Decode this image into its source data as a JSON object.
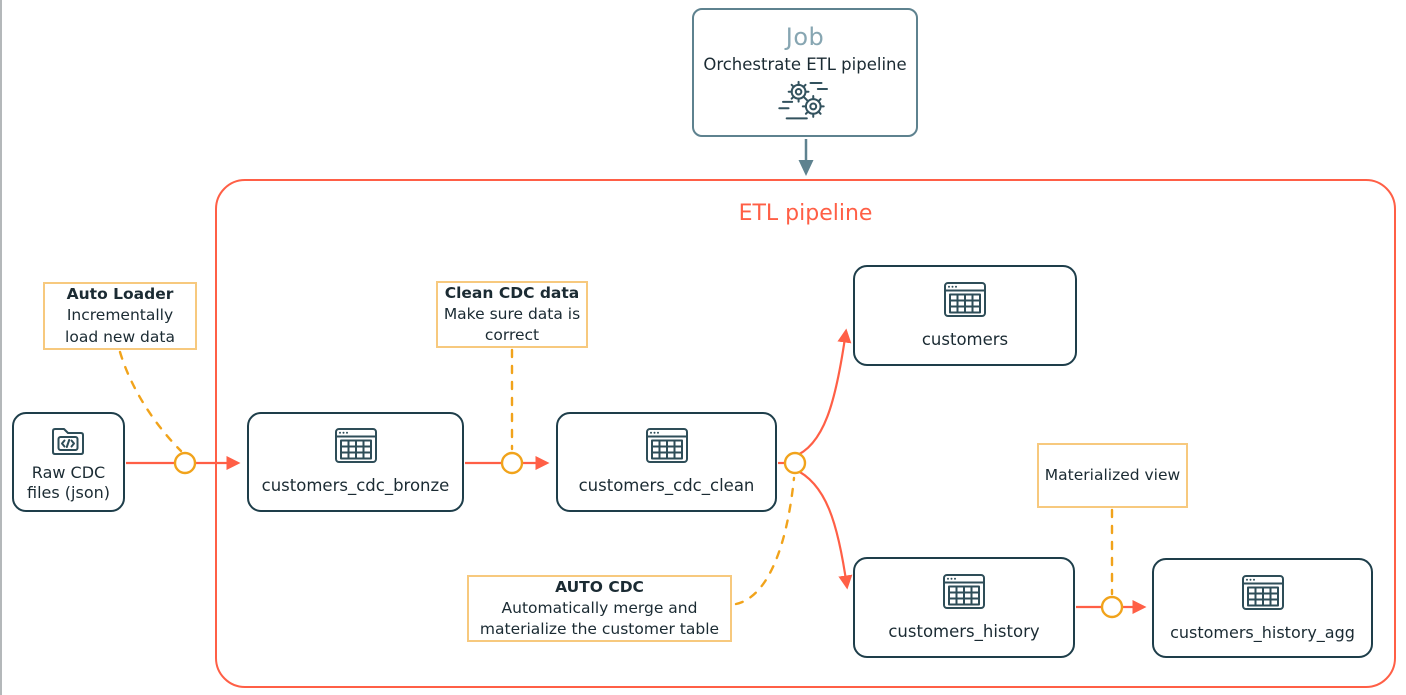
{
  "colors": {
    "accent_red": "#FF5F46",
    "accent_amber": "#F1A31B",
    "amber_border_light": "#F7C97E",
    "node_border_teal": "#1E3E4A",
    "job_border_steel": "#5E828F",
    "job_title_blue": "#87A6B2",
    "text_dark": "#1B2B33"
  },
  "job": {
    "title": "Job",
    "subtitle": "Orchestrate ETL pipeline",
    "icon": "gears-icon"
  },
  "pipeline": {
    "title": "ETL pipeline"
  },
  "nodes": [
    {
      "id": "raw",
      "label": "Raw CDC files (json)",
      "icon": "folder-code-icon"
    },
    {
      "id": "bronze",
      "label": "customers_cdc_bronze",
      "icon": "table-icon"
    },
    {
      "id": "clean",
      "label": "customers_cdc_clean",
      "icon": "table-icon"
    },
    {
      "id": "customers",
      "label": "customers",
      "icon": "table-icon"
    },
    {
      "id": "history",
      "label": "customers_history",
      "icon": "table-icon"
    },
    {
      "id": "history_agg",
      "label": "customers_history_agg",
      "icon": "table-icon"
    }
  ],
  "annotations": [
    {
      "id": "auto_loader",
      "title": "Auto Loader",
      "body": "Incrementally load new data"
    },
    {
      "id": "clean_cdc",
      "title": "Clean CDC data",
      "body": "Make sure data is correct"
    },
    {
      "id": "auto_cdc",
      "title": "AUTO CDC",
      "body": "Automatically merge and materialize the customer table"
    },
    {
      "id": "materialized_view",
      "title": "",
      "body": "Materialized view"
    }
  ]
}
